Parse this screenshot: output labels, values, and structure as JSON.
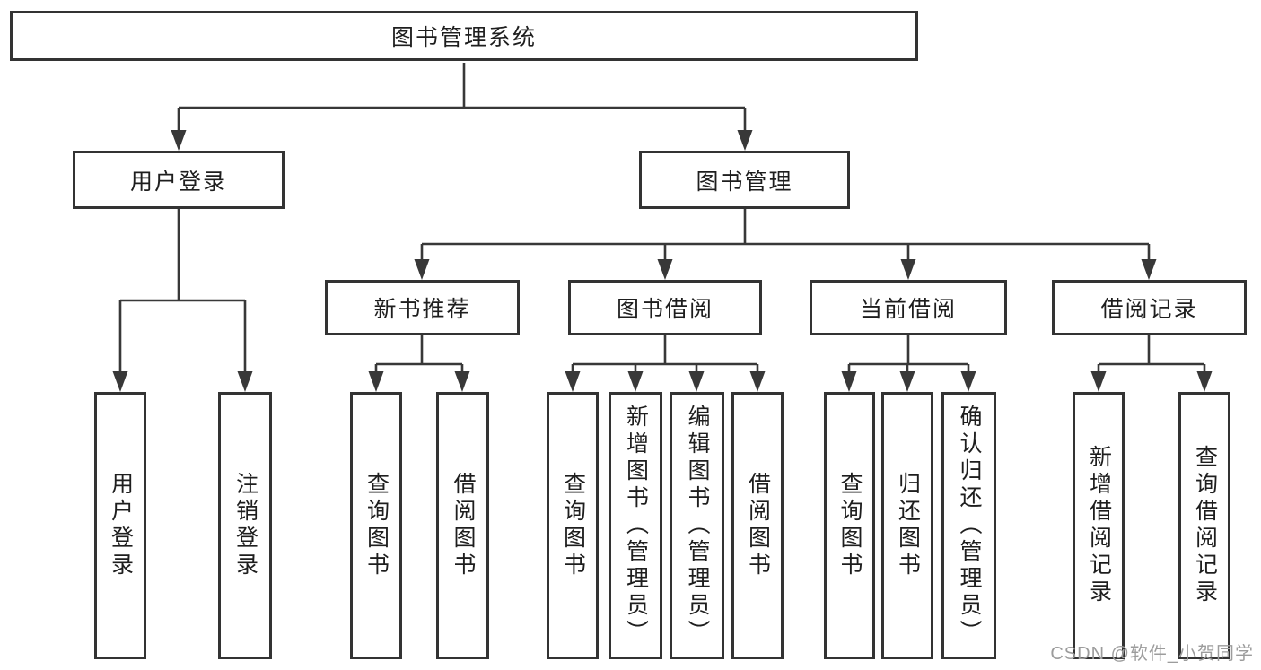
{
  "tree": {
    "root": {
      "label": "图书管理系统"
    },
    "level2": [
      {
        "label": "用户登录",
        "children": [
          {
            "label": "用户登录"
          },
          {
            "label": "注销登录"
          }
        ]
      },
      {
        "label": "图书管理",
        "children": [
          {
            "label": "新书推荐",
            "children": [
              {
                "label": "查询图书"
              },
              {
                "label": "借阅图书"
              }
            ]
          },
          {
            "label": "图书借阅",
            "children": [
              {
                "label": "查询图书"
              },
              {
                "label": "新增图书（管理员）"
              },
              {
                "label": "编辑图书（管理员）"
              },
              {
                "label": "借阅图书"
              }
            ]
          },
          {
            "label": "当前借阅",
            "children": [
              {
                "label": "查询图书"
              },
              {
                "label": "归还图书"
              },
              {
                "label": "确认归还（管理员）"
              }
            ]
          },
          {
            "label": "借阅记录",
            "children": [
              {
                "label": "新增借阅记录"
              },
              {
                "label": "查询借阅记录"
              }
            ]
          }
        ]
      }
    ]
  },
  "watermark": {
    "text": "CSDN @软件_小贺同学",
    "color": "#9c9c9c"
  },
  "colors": {
    "line": "#383838",
    "box_border": "#333333",
    "box_background": "#ffffff",
    "text": "#1e1e1e",
    "page_background": "#ffffff"
  }
}
